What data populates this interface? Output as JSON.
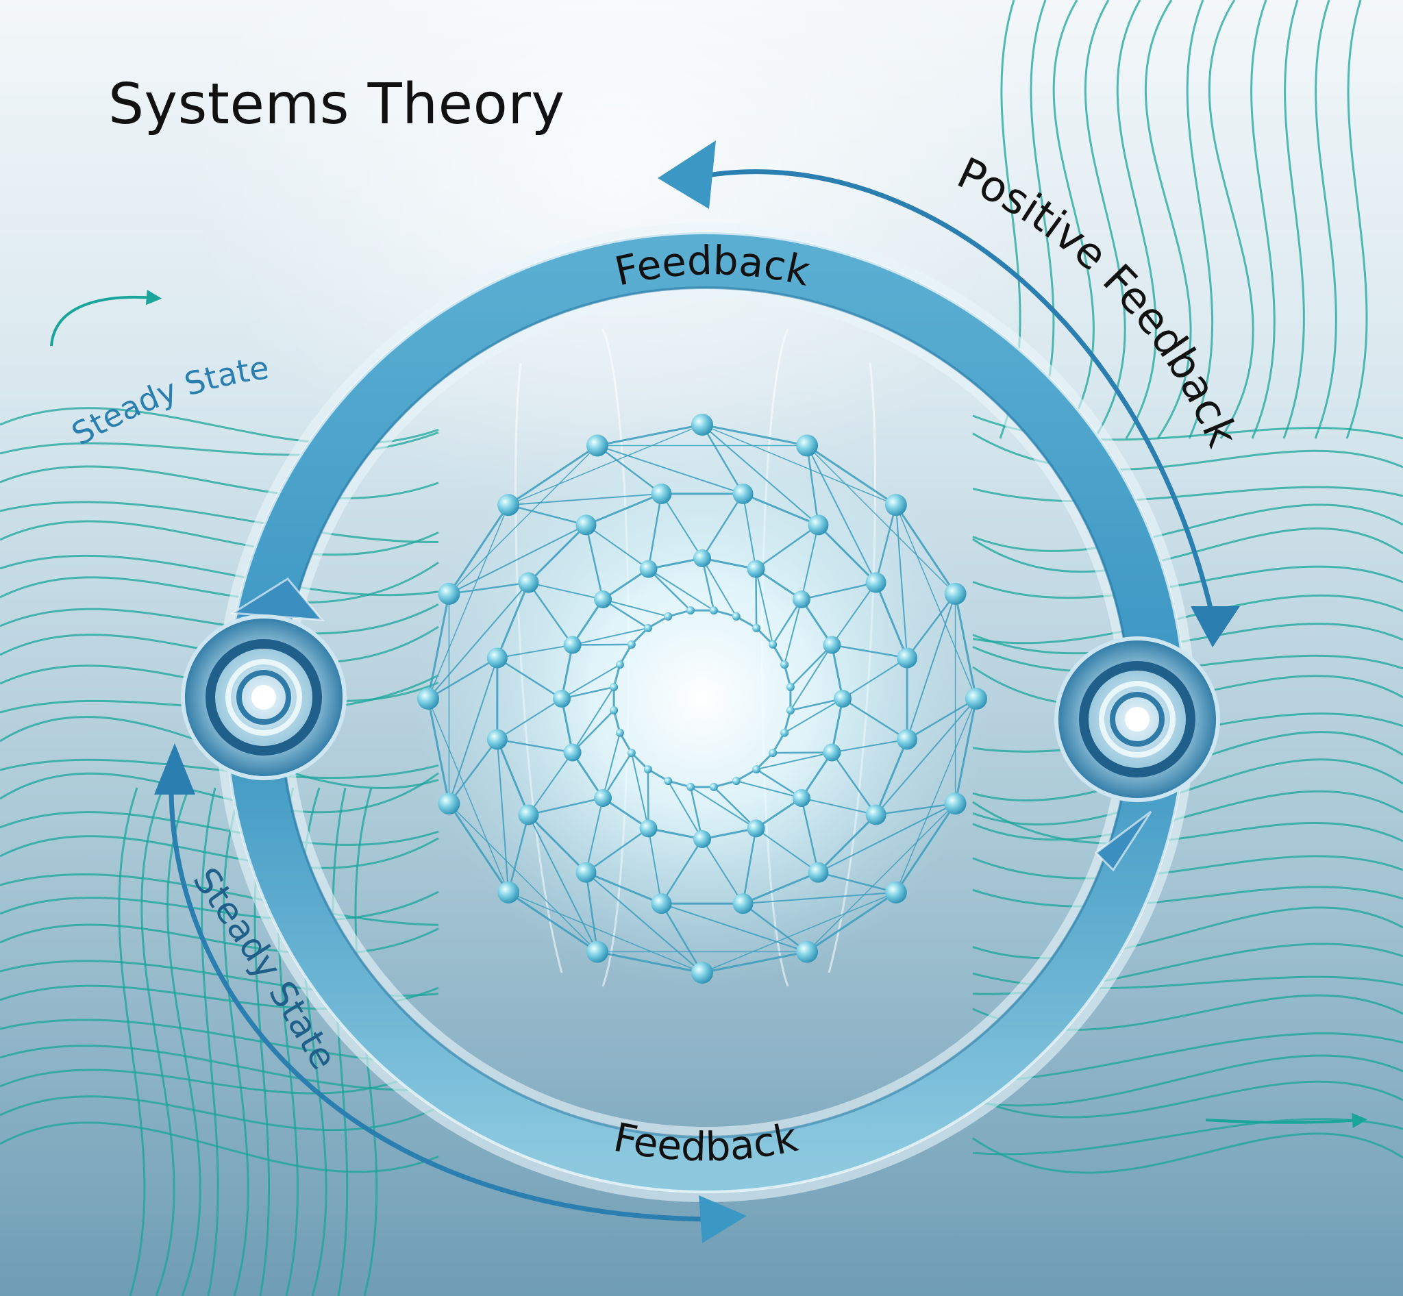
{
  "title": "Systems Theory",
  "labels": {
    "feedback_top": "Feedback",
    "feedback_bottom": "Feedback",
    "positive_feedback": "Positive Feedback",
    "steady_state_left": "Steady State",
    "steady_state_lower": "Steady State"
  },
  "colors": {
    "ring": "#4fa3c8",
    "ring_dark": "#1f6f9a",
    "flow_lines": "#1aa59a",
    "network": "#3fa6c4",
    "text": "#111111",
    "accent_text": "#2b7fb0"
  },
  "icons": {
    "left_node": "concentric-target-icon",
    "right_node": "concentric-target-icon",
    "center": "network-sphere-icon"
  }
}
